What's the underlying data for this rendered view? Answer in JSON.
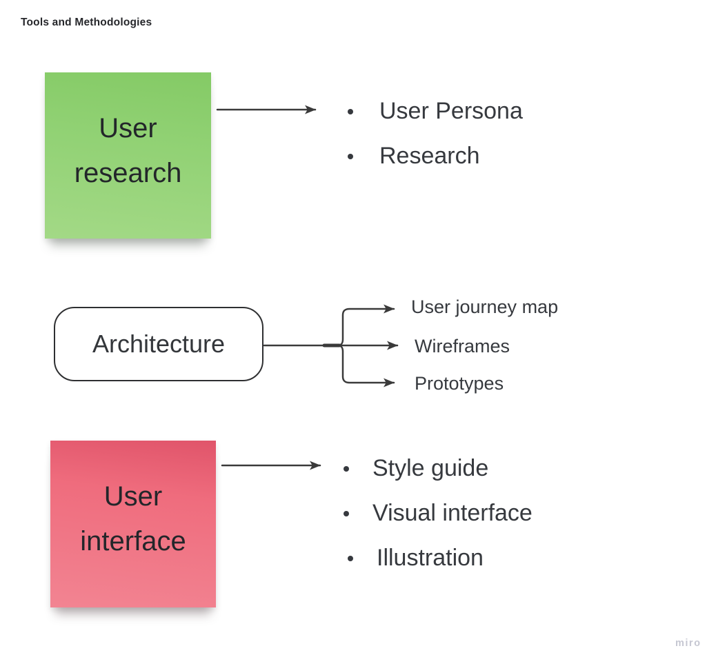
{
  "header": {
    "title": "Tools and Methodologies"
  },
  "groups": {
    "user_research": {
      "sticky_label": "User research",
      "bullets": [
        "User Persona",
        "Research"
      ]
    },
    "architecture": {
      "box_label": "Architecture",
      "branches": [
        "User journey map",
        "Wireframes",
        "Prototypes"
      ]
    },
    "user_interface": {
      "sticky_label": "User interface",
      "bullets": [
        "Style guide",
        "Visual interface",
        "Illustration"
      ]
    }
  },
  "footer": {
    "watermark": "miro"
  },
  "colors": {
    "sticky_green": "#90d173",
    "sticky_red": "#f06d7e",
    "connector_stroke": "#3a3a3a",
    "text_dark": "#36393e",
    "watermark_gray": "#c6c7d2"
  }
}
